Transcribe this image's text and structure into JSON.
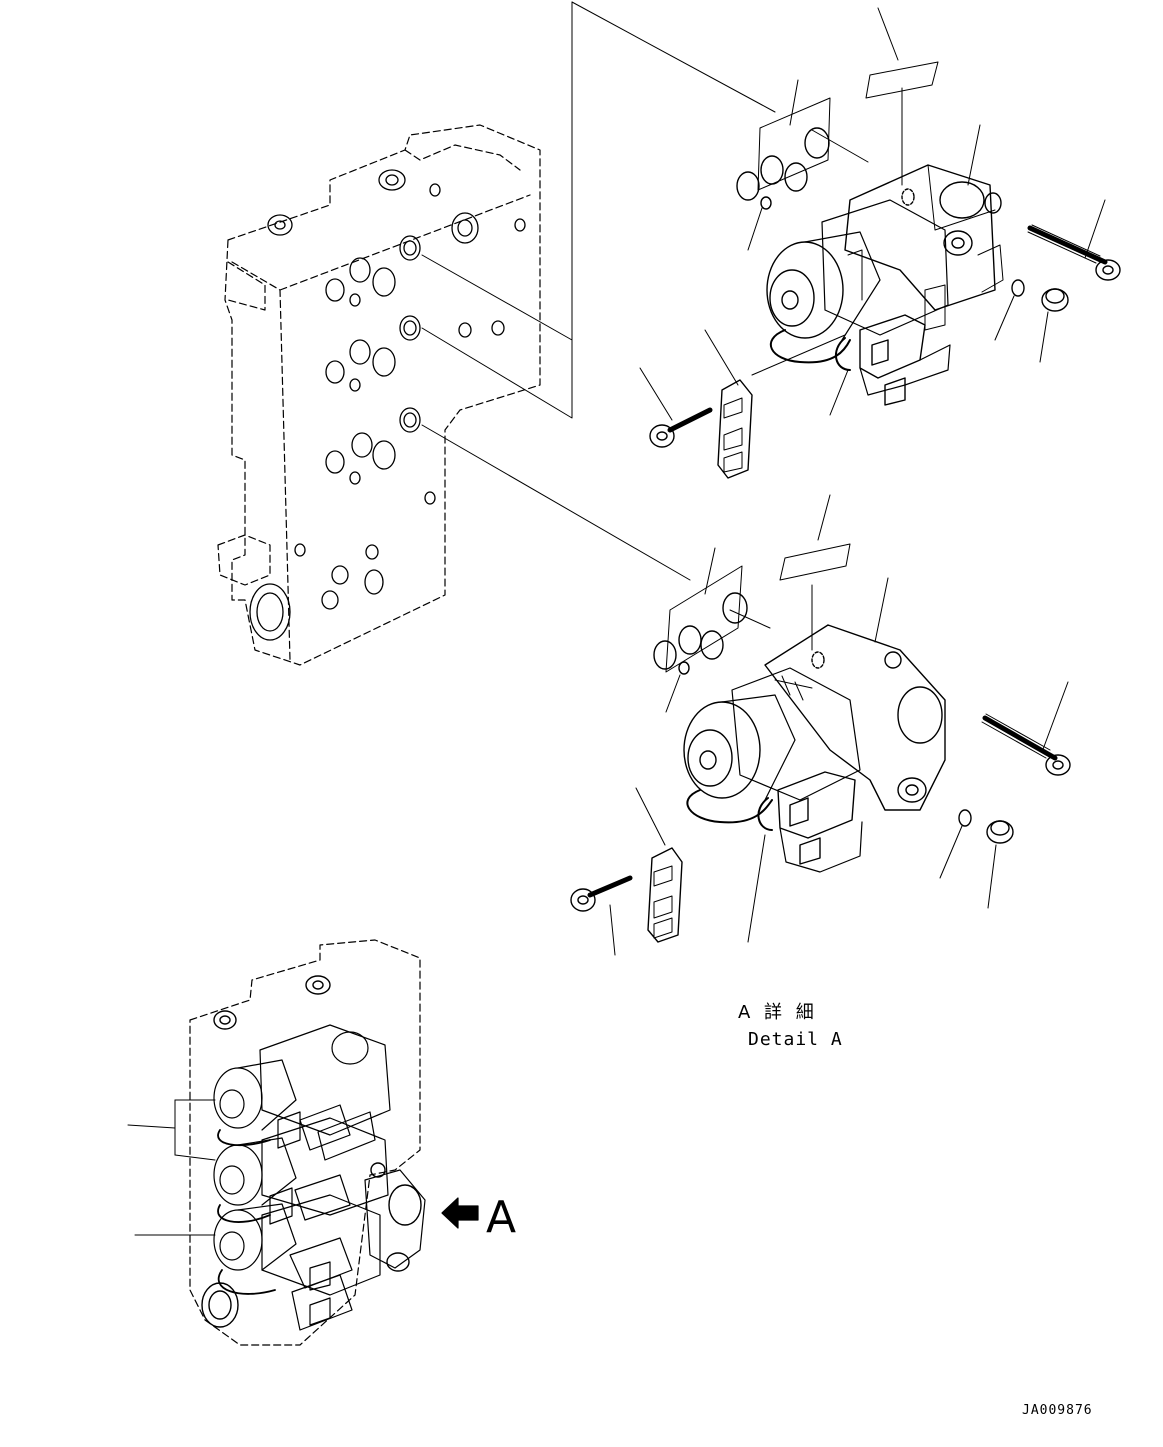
{
  "detail": {
    "title_ja": "A 詳 細",
    "title_en": "Detail A"
  },
  "view_marker": {
    "letter": "A",
    "icon": "view-arrow-icon"
  },
  "drawing_id": "JA009876",
  "colors": {
    "ink": "#000000",
    "paper": "#ffffff"
  }
}
